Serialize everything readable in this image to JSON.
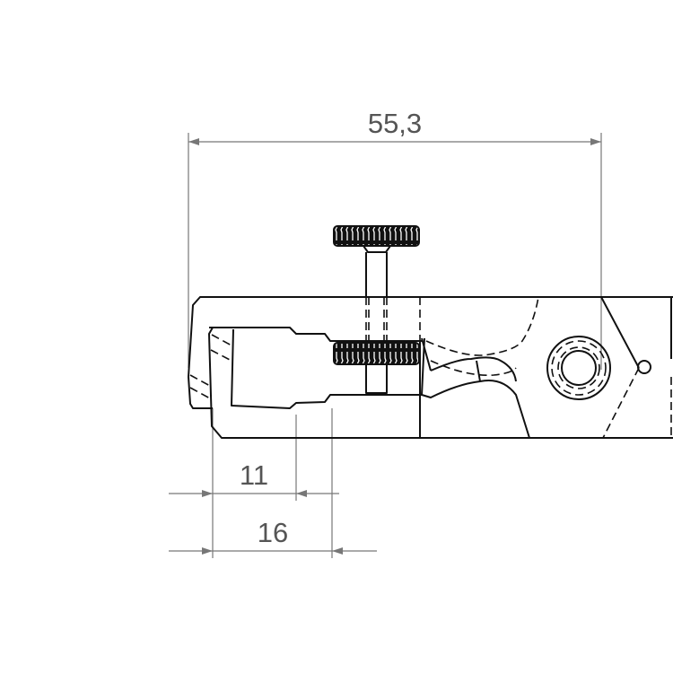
{
  "dimensions": {
    "overall_length": "55,3",
    "dim_a": "11",
    "dim_b": "16"
  },
  "colors": {
    "outline": "#111111",
    "dimension": "#777777",
    "dimension_text": "#555555"
  }
}
